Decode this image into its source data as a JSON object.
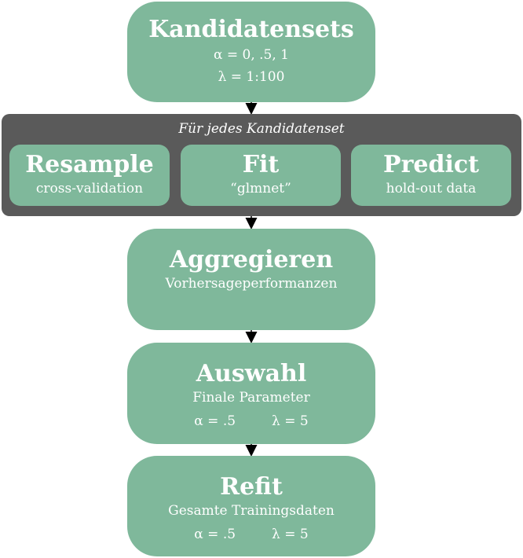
{
  "nodes": {
    "candidates": {
      "title": "Kandidatensets",
      "alpha_line": "α = 0, .5, 1",
      "lambda_line": "λ = 1:100"
    },
    "loop": {
      "label": "Für jedes Kandidatenset",
      "resample": {
        "title": "Resample",
        "sub": "cross-validation"
      },
      "fit": {
        "title": "Fit",
        "sub": "“glmnet”"
      },
      "predict": {
        "title": "Predict",
        "sub": "hold-out data"
      }
    },
    "aggregate": {
      "title": "Aggregieren",
      "sub": "Vorhersageperformanzen"
    },
    "selection": {
      "title": "Auswahl",
      "sub": "Finale Parameter",
      "alpha": "α = .5",
      "lambda": "λ = 5"
    },
    "refit": {
      "title": "Refit",
      "sub": "Gesamte Trainingsdaten",
      "alpha": "α = .5",
      "lambda": "λ = 5"
    }
  },
  "colors": {
    "node_fill": "#7fb89b",
    "loop_fill": "#5a5a5a",
    "text": "#ffffff",
    "arrow": "#000000"
  }
}
